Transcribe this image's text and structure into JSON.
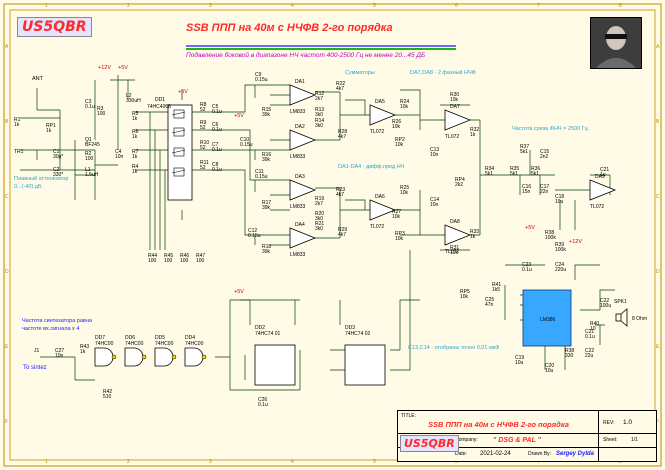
{
  "logo": "US5QBR",
  "header": {
    "title": "SSB ППП на 40м с НЧФВ 2-го порядка",
    "subtitle": "Подавление боковой в диапазоне НЧ частот 400-2500 Гц не менее 20...45 ДБ"
  },
  "notes": {
    "summator": "Сумматоры",
    "da7da8": "DA7,DA8 - 2 фазный НЧФ",
    "da1da4": "DA1-DA4 - дифф.пред НЧ",
    "filter_freq": "Частота среза ФНЧ = 2500 Гц",
    "plavny": "Плавный аттенюатор",
    "plavny_range": "0...(-40) дБ",
    "synth": "Частота синтезатора равна",
    "synth2": "частоте вх.сигнала х 4",
    "c13c14": "C13,C14 - отобраны точно 0,01 мкФ",
    "to_sintez": "To sintez",
    "ant": "ANT",
    "dd1_name": "DD1",
    "dd1_part": "74HC4066",
    "lm_amp": "LM386",
    "spk": "SPK1",
    "spk_val": "8 Ohm"
  },
  "supply_labels": [
    "+12V",
    "+5V",
    "+5V",
    "+5V",
    "+5V",
    "+5V",
    "+12V"
  ],
  "components": [
    {
      "ref": "R1",
      "val": "1k"
    },
    {
      "ref": "RP1",
      "val": "1k"
    },
    {
      "ref": "TR1",
      "val": ""
    },
    {
      "ref": "C1",
      "val": "30p*"
    },
    {
      "ref": "C2",
      "val": "330*"
    },
    {
      "ref": "L1",
      "val": "1.5uH"
    },
    {
      "ref": "R2",
      "val": "100"
    },
    {
      "ref": "C3",
      "val": "0.1u"
    },
    {
      "ref": "R3",
      "val": "100"
    },
    {
      "ref": "L2",
      "val": "330uH"
    },
    {
      "ref": "Q1",
      "val": "BF245"
    },
    {
      "ref": "C4",
      "val": "10n"
    },
    {
      "ref": "R5",
      "val": "1k"
    },
    {
      "ref": "R6",
      "val": "1k"
    },
    {
      "ref": "R7",
      "val": "1k"
    },
    {
      "ref": "R4",
      "val": "1k"
    },
    {
      "ref": "R8",
      "val": "52"
    },
    {
      "ref": "R9",
      "val": "52"
    },
    {
      "ref": "R10",
      "val": "52"
    },
    {
      "ref": "R11",
      "val": "52"
    },
    {
      "ref": "C5",
      "val": "0.1u"
    },
    {
      "ref": "C6",
      "val": "0.1u"
    },
    {
      "ref": "C7",
      "val": "0.1u"
    },
    {
      "ref": "C8",
      "val": "0.1u"
    },
    {
      "ref": "C9",
      "val": "0.15u"
    },
    {
      "ref": "C10",
      "val": "0.15u"
    },
    {
      "ref": "C11",
      "val": "0.15u"
    },
    {
      "ref": "C12",
      "val": "0.15u"
    },
    {
      "ref": "R15",
      "val": "39k"
    },
    {
      "ref": "R16",
      "val": "39k"
    },
    {
      "ref": "R17",
      "val": "39k"
    },
    {
      "ref": "R18",
      "val": "39k"
    },
    {
      "ref": "R12",
      "val": "2k7"
    },
    {
      "ref": "R13",
      "val": "3k0"
    },
    {
      "ref": "R14",
      "val": "3k0"
    },
    {
      "ref": "R19",
      "val": "2k7"
    },
    {
      "ref": "R20",
      "val": "3k0"
    },
    {
      "ref": "R21",
      "val": "3k0"
    },
    {
      "ref": "R22",
      "val": "4k7"
    },
    {
      "ref": "R23",
      "val": "4k7"
    },
    {
      "ref": "R24",
      "val": "10k"
    },
    {
      "ref": "R25",
      "val": "10k"
    },
    {
      "ref": "R26",
      "val": "10k"
    },
    {
      "ref": "R27",
      "val": "10k"
    },
    {
      "ref": "R28",
      "val": "4k7"
    },
    {
      "ref": "R29",
      "val": "4k7"
    },
    {
      "ref": "RP2",
      "val": "10k"
    },
    {
      "ref": "RP3",
      "val": "10k"
    },
    {
      "ref": "C13",
      "val": "10n"
    },
    {
      "ref": "C14",
      "val": "10n"
    },
    {
      "ref": "R30",
      "val": "10k"
    },
    {
      "ref": "R31",
      "val": "10k"
    },
    {
      "ref": "R32",
      "val": "1k"
    },
    {
      "ref": "R33",
      "val": "1k"
    },
    {
      "ref": "RP4",
      "val": "2k2"
    },
    {
      "ref": "R34",
      "val": "5k1"
    },
    {
      "ref": "R35",
      "val": "5k1"
    },
    {
      "ref": "R36",
      "val": "5k1"
    },
    {
      "ref": "R37",
      "val": "5k1"
    },
    {
      "ref": "C15",
      "val": "2n2"
    },
    {
      "ref": "C16",
      "val": "15n"
    },
    {
      "ref": "C17",
      "val": "22n"
    },
    {
      "ref": "C18",
      "val": "10u"
    },
    {
      "ref": "R38",
      "val": "100k"
    },
    {
      "ref": "C21",
      "val": "1u"
    },
    {
      "ref": "R39",
      "val": "100k"
    },
    {
      "ref": "C23",
      "val": "0.1u"
    },
    {
      "ref": "C24",
      "val": "220u"
    },
    {
      "ref": "R41",
      "val": "1k5"
    },
    {
      "ref": "RP5",
      "val": "10k"
    },
    {
      "ref": "C25",
      "val": "47n"
    },
    {
      "ref": "C19",
      "val": "10u"
    },
    {
      "ref": "C20",
      "val": "10u"
    },
    {
      "ref": "C22",
      "val": "22u"
    },
    {
      "ref": "R38",
      "val": "330"
    },
    {
      "ref": "C21",
      "val": "0.1u"
    },
    {
      "ref": "R40",
      "val": "10"
    },
    {
      "ref": "C22",
      "val": "100u"
    },
    {
      "ref": "C27",
      "val": "10n"
    },
    {
      "ref": "R43",
      "val": "1k"
    },
    {
      "ref": "R42",
      "val": "510"
    },
    {
      "ref": "R44",
      "val": "100"
    },
    {
      "ref": "R45",
      "val": "100"
    },
    {
      "ref": "R46",
      "val": "100"
    },
    {
      "ref": "R47",
      "val": "100"
    },
    {
      "ref": "J1",
      "val": ""
    },
    {
      "ref": "C26",
      "val": "0.1u"
    }
  ],
  "opamps": [
    {
      "ref": "DA1",
      "part": "LM833"
    },
    {
      "ref": "DA2",
      "part": "LM833"
    },
    {
      "ref": "DA3",
      "part": "LM833"
    },
    {
      "ref": "DA4",
      "part": "LM833"
    },
    {
      "ref": "DA5",
      "part": "TL072"
    },
    {
      "ref": "DA6",
      "part": "TL072"
    },
    {
      "ref": "DA7",
      "part": "TL072"
    },
    {
      "ref": "DA8",
      "part": "TL072"
    },
    {
      "ref": "DA9",
      "part": "TL072"
    }
  ],
  "logic": [
    {
      "ref": "DD7",
      "part": "74HC00"
    },
    {
      "ref": "DD6",
      "part": "74HC00"
    },
    {
      "ref": "DD5",
      "part": "74HC00"
    },
    {
      "ref": "DD4",
      "part": "74HC00"
    },
    {
      "ref": "DD2",
      "part": "74HC74 01"
    },
    {
      "ref": "DD3",
      "part": "74HC74 02"
    }
  ],
  "title_block": {
    "title_label": "TITLE:",
    "title": "SSB ППП на 40м с НЧФВ 2-го порядка",
    "rev_label": "REV:",
    "rev": "1.0",
    "company_label": "Company:",
    "company": "\" DSG & PAL \"",
    "sheet_label": "Sheet:",
    "sheet": "1/1",
    "date_label": "Date:",
    "date": "2021-02-24",
    "drawn_label": "Drawn By:",
    "drawn": "Sergey Dylda",
    "logo": "US5QBR"
  },
  "border_cols": [
    "1",
    "2",
    "3",
    "4",
    "5",
    "6",
    "7",
    "8"
  ],
  "border_rows": [
    "A",
    "B",
    "C",
    "D",
    "E",
    "F"
  ],
  "colors": {
    "line": "#008000",
    "wire": "#000000",
    "pad": "#d00000",
    "chip": "#0090ff",
    "title": "#ff2a2a",
    "accent": "#c000c0"
  }
}
